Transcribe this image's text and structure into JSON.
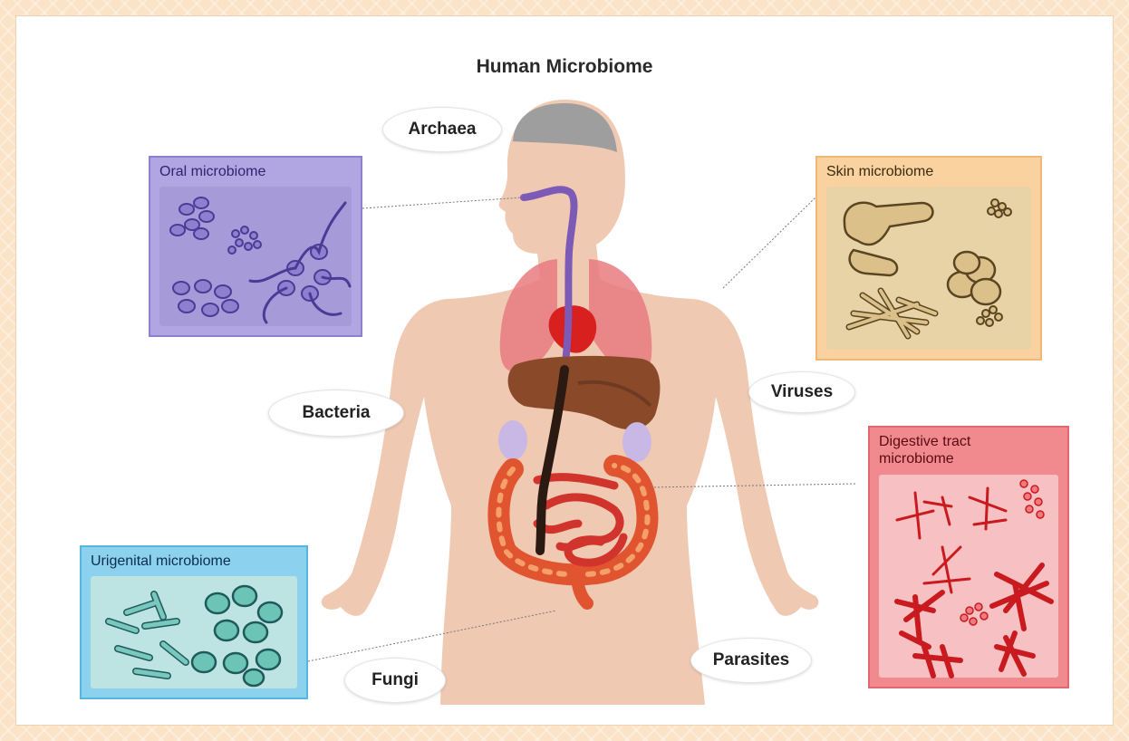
{
  "title": "Human Microbiome",
  "labels": {
    "archaea": "Archaea",
    "bacteria": "Bacteria",
    "viruses": "Viruses",
    "fungi": "Fungi",
    "parasites": "Parasites"
  },
  "boxes": {
    "oral": {
      "label": "Oral microbiome",
      "color": "#9c8ed6"
    },
    "skin": {
      "label": "Skin microbiome",
      "color": "#f7c891"
    },
    "digestive": {
      "label": "Digestive tract microbiome",
      "color": "#ee6e74"
    },
    "urigenital": {
      "label": "Urigenital microbiome",
      "color": "#7ccbe6"
    }
  }
}
